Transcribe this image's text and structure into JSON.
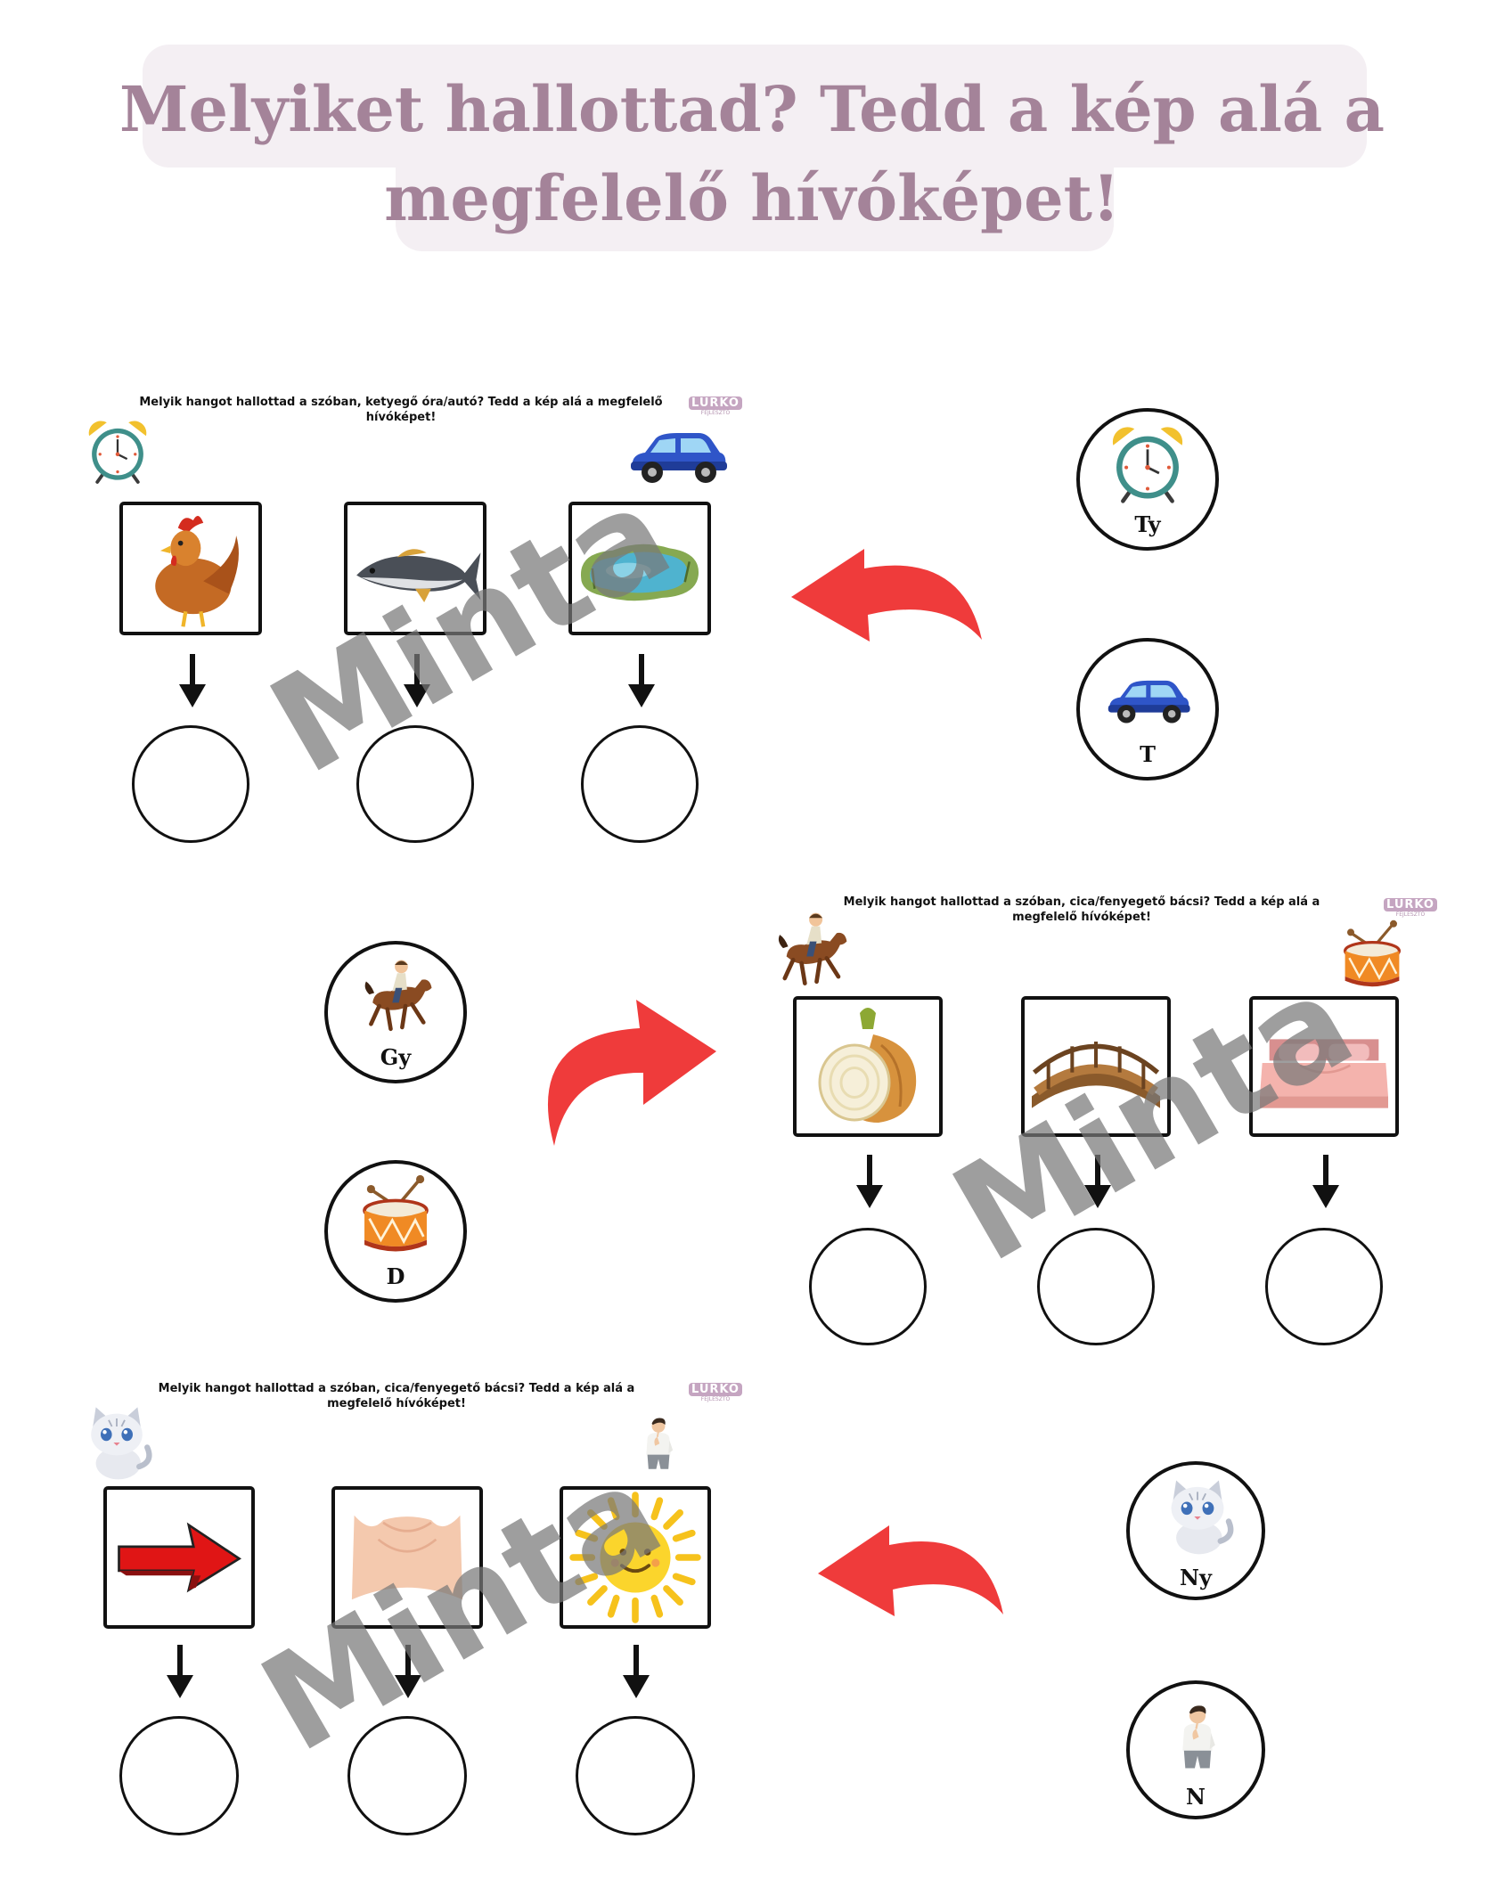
{
  "title": {
    "line1": "Melyiket hallottad? Tedd a kép alá a",
    "line2": "megfelelő hívóképet!"
  },
  "brand": {
    "name": "LURKÓ",
    "sub": "FEJLESZTŐ"
  },
  "watermark": "Minta",
  "colors": {
    "title": "#a48399",
    "title_bg": "#f4eff3",
    "curved_arrow": "#ef3b3b",
    "border": "#111111"
  },
  "panels": [
    {
      "instruction": "Melyik hangot hallottad a szóban, ketyegő óra/autó? Tedd a kép alá a megfelelő hívóképet!",
      "left_icon": "alarm-clock-icon",
      "right_icon": "car-icon",
      "pictures": [
        "hen-icon",
        "fish-icon",
        "pond-icon"
      ],
      "tokens": [
        {
          "icon": "alarm-clock-icon",
          "label": "Ty"
        },
        {
          "icon": "car-icon",
          "label": "T"
        }
      ]
    },
    {
      "instruction": "Melyik hangot hallottad a szóban, cica/fenyegető bácsi? Tedd a kép alá a megfelelő hívóképet!",
      "left_icon": "horse-rider-icon",
      "right_icon": "drum-icon",
      "pictures": [
        "onion-icon",
        "bridge-icon",
        "bed-icon"
      ],
      "tokens": [
        {
          "icon": "horse-rider-icon",
          "label": "Gy"
        },
        {
          "icon": "drum-icon",
          "label": "D"
        }
      ]
    },
    {
      "instruction": "Melyik hangot hallottad a szóban, cica/fenyegető bácsi? Tedd a kép alá a megfelelő hívóképet!",
      "left_icon": "kitten-icon",
      "right_icon": "scolding-man-icon",
      "pictures": [
        "red-arrow-icon",
        "neck-icon",
        "sun-icon"
      ],
      "tokens": [
        {
          "icon": "kitten-icon",
          "label": "Ny"
        },
        {
          "icon": "scolding-man-icon",
          "label": "N"
        }
      ]
    }
  ]
}
